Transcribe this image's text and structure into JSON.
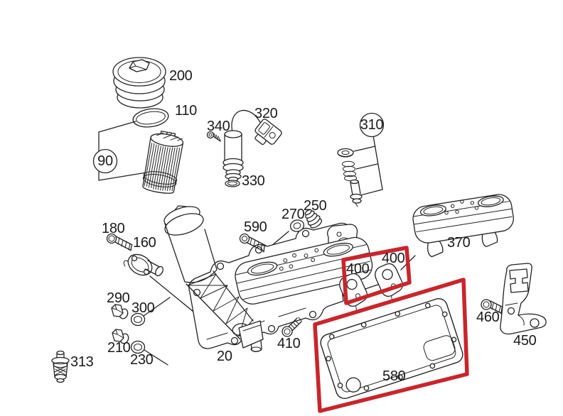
{
  "diagram": {
    "background": "#ffffff",
    "line_color": "#222222",
    "label_color": "#1a1a1a",
    "highlight_color": "#c9252b"
  },
  "labels": [
    {
      "id": "200",
      "text": "200",
      "circled": false
    },
    {
      "id": "110",
      "text": "110",
      "circled": false
    },
    {
      "id": "90",
      "text": "90",
      "circled": true
    },
    {
      "id": "320",
      "text": "320",
      "circled": false
    },
    {
      "id": "340",
      "text": "340",
      "circled": false
    },
    {
      "id": "330",
      "text": "330",
      "circled": false
    },
    {
      "id": "310",
      "text": "310",
      "circled": true
    },
    {
      "id": "250",
      "text": "250",
      "circled": false
    },
    {
      "id": "270",
      "text": "270",
      "circled": false
    },
    {
      "id": "590",
      "text": "590",
      "circled": false
    },
    {
      "id": "180",
      "text": "180",
      "circled": false
    },
    {
      "id": "160",
      "text": "160",
      "circled": false
    },
    {
      "id": "290",
      "text": "290",
      "circled": false
    },
    {
      "id": "300",
      "text": "300",
      "circled": false
    },
    {
      "id": "210",
      "text": "210",
      "circled": false
    },
    {
      "id": "230",
      "text": "230",
      "circled": false
    },
    {
      "id": "313",
      "text": "313",
      "circled": false
    },
    {
      "id": "20",
      "text": "20",
      "circled": false
    },
    {
      "id": "410",
      "text": "410",
      "circled": false
    },
    {
      "id": "400-left",
      "text": "400",
      "circled": false
    },
    {
      "id": "400-right",
      "text": "400",
      "circled": false
    },
    {
      "id": "370",
      "text": "370",
      "circled": false
    },
    {
      "id": "460",
      "text": "460",
      "circled": false
    },
    {
      "id": "450",
      "text": "450",
      "circled": false
    },
    {
      "id": "580",
      "text": "580",
      "circled": false
    }
  ],
  "highlights": [
    {
      "name": "small-gaskets-400-box",
      "label_ids": [
        "400",
        "400"
      ]
    },
    {
      "name": "oil-cooler-gasket-580-box",
      "label_ids": [
        "580"
      ]
    }
  ]
}
